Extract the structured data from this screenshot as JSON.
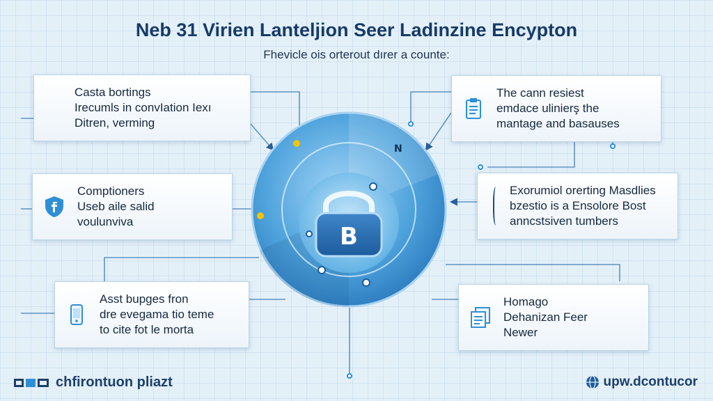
{
  "header": {
    "title": "Neb 31 Virien Lanteljion Seer Ladinzine Encypton",
    "subtitle": "Fhevicle ois orterout dırer a counte:"
  },
  "cards": [
    {
      "lines": [
        "Casta bortings",
        "Irecumls in convIation Iexı",
        "Ditren, verming"
      ],
      "icon": "none"
    },
    {
      "lines": [
        "The cann resiest",
        "emdace ulinierş the",
        "mantage and basauses"
      ],
      "icon": "clipboard-icon"
    },
    {
      "lines": [
        "Comptioners",
        "Useb aile salid",
        "voulunviva"
      ],
      "icon": "shield-icon"
    },
    {
      "lines": [
        "Exorumiol orerting Masdlies",
        "bzestio is a Ensolore Bost",
        "anncstsiven tumbers"
      ],
      "icon": "bracket-icon"
    },
    {
      "lines": [
        "Asst bupges fron",
        "dre evegama tio teme",
        "to cite fot le morta"
      ],
      "icon": "phone-icon"
    },
    {
      "lines": [
        "Homago",
        "Dehanizan Feer",
        "Newer"
      ],
      "icon": "document-stack-icon"
    }
  ],
  "hub": {
    "letter": "B",
    "corner_text": "N",
    "icon": "globe-lock-icon"
  },
  "footer": {
    "logo_text": "chfirontuon pliazt",
    "url_text": "upw.dcontucor"
  },
  "colors": {
    "title": "#173a68",
    "accent": "#2f8fd6",
    "background": "#e4f0f8",
    "node": "#f5c400"
  }
}
